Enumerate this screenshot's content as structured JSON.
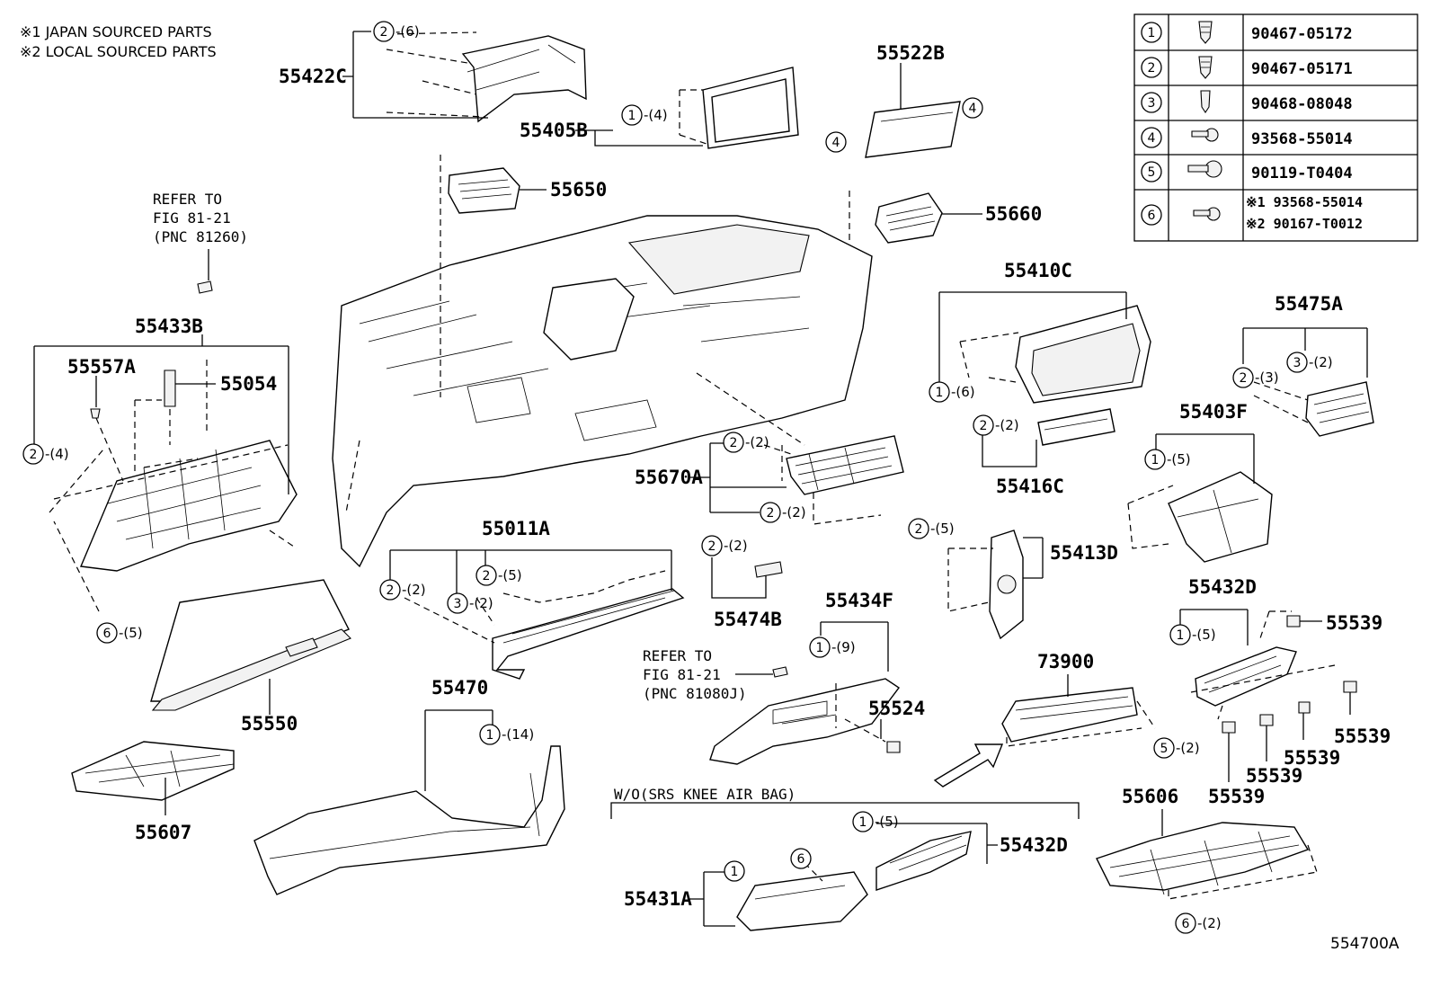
{
  "notes": [
    "※1 JAPAN SOURCED PARTS",
    "※2 LOCAL SOURCED PARTS"
  ],
  "diagram_id": "554700A",
  "fastener_table": [
    {
      "num": "1",
      "part": "90467-05172"
    },
    {
      "num": "2",
      "part": "90467-05171"
    },
    {
      "num": "3",
      "part": "90468-08048"
    },
    {
      "num": "4",
      "part": "93568-55014"
    },
    {
      "num": "5",
      "part": "90119-T0404"
    },
    {
      "num": "6",
      "part": "※1 93568-55014",
      "part2": "※2 90167-T0012"
    }
  ],
  "part_labels": {
    "p55422C": "55422C",
    "p55405B": "55405B",
    "p55522B": "55522B",
    "p55650": "55650",
    "p55660": "55660",
    "p55410C": "55410C",
    "p55475A": "55475A",
    "p55433B": "55433B",
    "p55557A": "55557A",
    "p55054": "55054",
    "p55403F": "55403F",
    "p55416C": "55416C",
    "p55670A": "55670A",
    "p55011A": "55011A",
    "p55474B": "55474B",
    "p55413D": "55413D",
    "p55432D_a": "55432D",
    "p55539_1": "55539",
    "p55539_2": "55539",
    "p55539_3": "55539",
    "p55539_4": "55539",
    "p55539_5": "55539",
    "p55434F": "55434F",
    "p55524": "55524",
    "p55550": "55550",
    "p55470": "55470",
    "p73900": "73900",
    "p55607": "55607",
    "p55606": "55606",
    "p55431A": "55431A",
    "p55432D_b": "55432D"
  },
  "refer_1": [
    "REFER TO",
    "FIG 81-21",
    "(PNC 81260)"
  ],
  "refer_2": [
    "REFER TO",
    "FIG 81-21",
    "(PNC 81080J)"
  ],
  "wo_label": "W/O(SRS KNEE AIR BAG)",
  "callouts": {
    "c1": {
      "n": "2",
      "q": "-(6)"
    },
    "c2": {
      "n": "1",
      "q": "-(4)"
    },
    "c3": {
      "n": "4",
      "q": ""
    },
    "c4": {
      "n": "4",
      "q": ""
    },
    "c5": {
      "n": "1",
      "q": "-(6)"
    },
    "c6": {
      "n": "2",
      "q": "-(2)"
    },
    "c7": {
      "n": "2",
      "q": "-(3)"
    },
    "c8": {
      "n": "3",
      "q": "-(2)"
    },
    "c9": {
      "n": "1",
      "q": "-(5)"
    },
    "c10": {
      "n": "2",
      "q": "-(4)"
    },
    "c11": {
      "n": "2",
      "q": "-(2)"
    },
    "c12": {
      "n": "2",
      "q": "-(2)"
    },
    "c13": {
      "n": "2",
      "q": "-(5)"
    },
    "c14": {
      "n": "2",
      "q": "-(2)"
    },
    "c15": {
      "n": "3",
      "q": "-(2)"
    },
    "c16": {
      "n": "2",
      "q": "-(5)"
    },
    "c17": {
      "n": "2",
      "q": "-(2)"
    },
    "c18": {
      "n": "6",
      "q": "-(5)"
    },
    "c19": {
      "n": "1",
      "q": "-(9)"
    },
    "c20": {
      "n": "1",
      "q": "-(5)"
    },
    "c21": {
      "n": "1",
      "q": "-(14)"
    },
    "c22": {
      "n": "5",
      "q": "-(2)"
    },
    "c23": {
      "n": "1",
      "q": "-(5)"
    },
    "c24": {
      "n": "1",
      "q": ""
    },
    "c25": {
      "n": "6",
      "q": ""
    },
    "c26": {
      "n": "6",
      "q": "-(2)"
    }
  }
}
